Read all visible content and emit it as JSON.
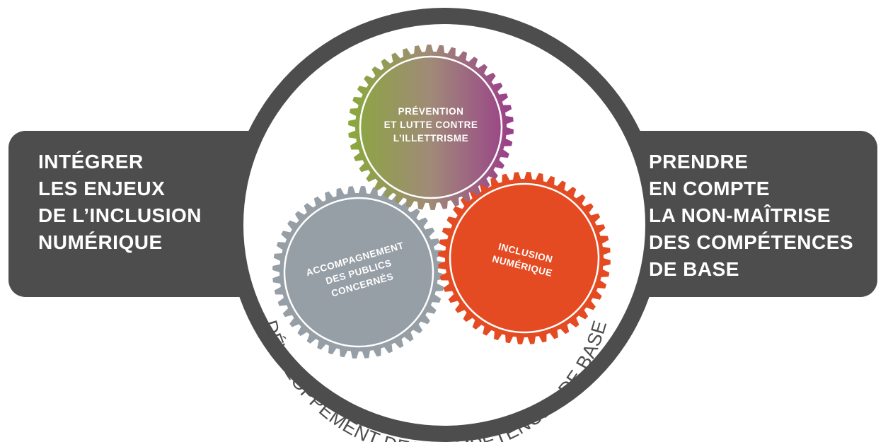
{
  "left_panel": {
    "lines": [
      "INTÉGRER",
      "LES ENJEUX",
      "DE L’INCLUSION",
      "NUMÉRIQUE"
    ]
  },
  "right_panel": {
    "lines": [
      "PRENDRE",
      "EN COMPTE",
      "LA NON-MAÎTRISE",
      "DES COMPÉTENCES",
      "DE BASE"
    ]
  },
  "gears": {
    "prevention": {
      "lines": [
        "PRÉVENTION",
        "ET LUTTE CONTRE",
        "L’ILLETTRISME"
      ]
    },
    "accompagnement": {
      "lines": [
        "ACCOMPAGNEMENT",
        "DES PUBLICS",
        "CONCERNÉS"
      ]
    },
    "inclusion": {
      "lines": [
        "INCLUSION",
        "NUMÉRIQUE"
      ]
    }
  },
  "arc_label": "DÉVELOPPEMENT DES COMPÉTENCES DE BASE",
  "colors": {
    "dark_panel": "#4d4d4d",
    "inner_circle": "#ffffff",
    "gear_grey": "#969ea6",
    "gear_orange": "#e44b22",
    "gear_green": "#8aa83c",
    "gear_purple": "#9a3d8a",
    "text_light": "#ffffff",
    "text_dark": "#4d4d4d"
  }
}
